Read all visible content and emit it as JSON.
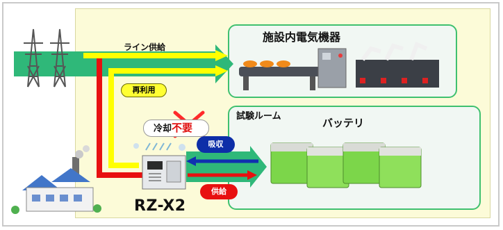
{
  "labels": {
    "line_supply": "ライン供給",
    "facility": "施設内電気機器",
    "lab": "試験ルーム",
    "battery": "バッテリ",
    "reuse": "再利用",
    "cooling": "冷却",
    "unneeded": "不要",
    "absorb": "吸収",
    "supply": "供給",
    "model": "RZ-X2"
  },
  "colors": {
    "green_arrow": "#2fb879",
    "yellow_flow": "#ffff00",
    "red_flow": "#e81010",
    "blue_flow": "#1030b0",
    "panel_bg": "#fcfbd8",
    "box_border": "#3fc06f"
  }
}
